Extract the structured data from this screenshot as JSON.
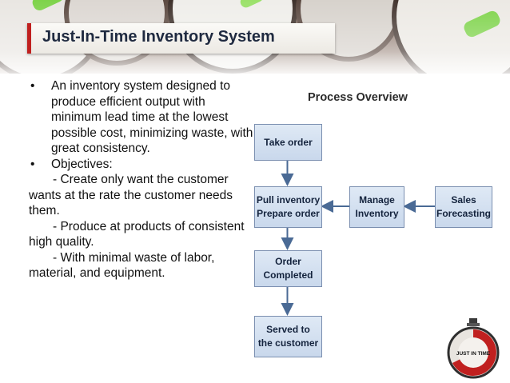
{
  "slide": {
    "title": "Just-In-Time Inventory System"
  },
  "body": {
    "bullet_1": "An inventory system designed to produce efficient output with minimum lead time at the lowest possible cost, minimizing waste, with great consistency.",
    "bullet_2": "Objectives:",
    "objective_1": "- Create only want the customer wants at the rate the customer needs them.",
    "objective_2": "-  Produce at products of consistent high quality.",
    "objective_3": "-  With minimal waste of labor, material, and equipment.",
    "bullet_symbol": "•"
  },
  "diagram": {
    "title": "Process Overview",
    "take_order": "Take order",
    "pull_line1": "Pull inventory",
    "pull_line2": "Prepare order",
    "order_line1": "Order",
    "order_line2": "Completed",
    "served_line1": "Served to",
    "served_line2": "the customer",
    "manage_line1": "Manage",
    "manage_line2": "Inventory",
    "sales_line1": "Sales",
    "sales_line2": "Forecasting"
  },
  "logo": {
    "text": "JUST IN TIME"
  },
  "colors": {
    "title_text": "#1f2a40",
    "accent": "#c0201f",
    "box_fill": "#d4e0f0",
    "box_border": "#7b8fb0"
  }
}
